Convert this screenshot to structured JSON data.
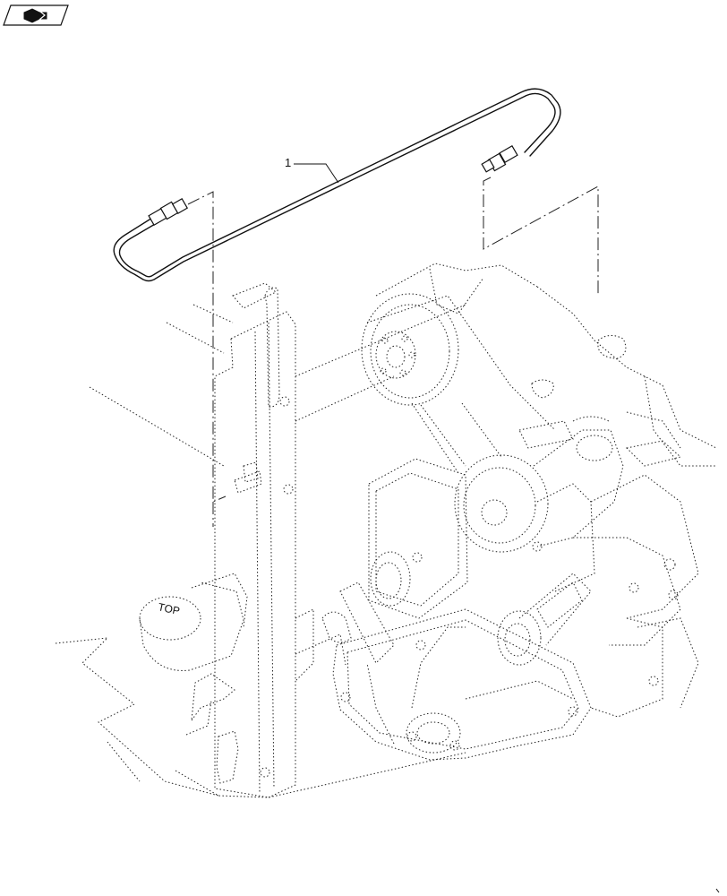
{
  "callouts": [
    {
      "number": "1",
      "target": "fuel-line"
    }
  ],
  "part_markings": {
    "filter_top": "TOP"
  },
  "icons": {
    "corner_badge": "book-arrow-icon"
  },
  "colors": {
    "line": "#111111",
    "background": "#ffffff"
  }
}
